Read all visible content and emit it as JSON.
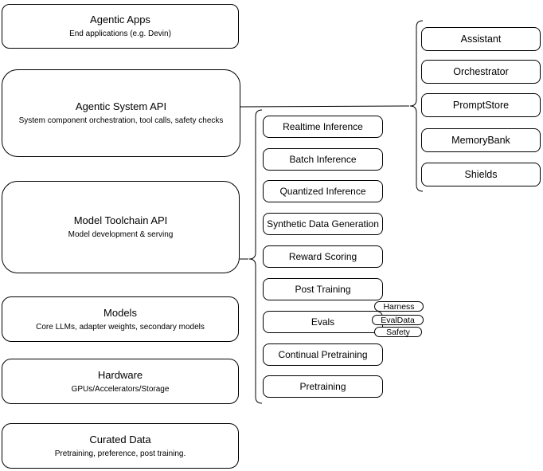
{
  "diagram": {
    "colors": {
      "stroke": "#000000",
      "fill": "#ffffff",
      "text": "#000000"
    },
    "left_stack": [
      {
        "title": "Agentic Apps",
        "subtitle": "End applications (e.g. Devin)"
      },
      {
        "title": "Agentic System API",
        "subtitle": "System component orchestration, tool calls, safety checks"
      },
      {
        "title": "Model Toolchain API",
        "subtitle": "Model development & serving"
      },
      {
        "title": "Models",
        "subtitle": "Core LLMs, adapter weights, secondary models"
      },
      {
        "title": "Hardware",
        "subtitle": "GPUs/Accelerators/Storage"
      },
      {
        "title": "Curated Data",
        "subtitle": "Pretraining, preference, post training."
      }
    ],
    "toolchain_group": {
      "items": [
        "Realtime Inference",
        "Batch Inference",
        "Quantized Inference",
        "Synthetic Data Generation",
        "Reward Scoring",
        "Post Training",
        "Evals",
        "Continual Pretraining",
        "Pretraining"
      ],
      "evals_tags": [
        "Harness",
        "EvalData",
        "Safety"
      ]
    },
    "system_group": {
      "items": [
        "Assistant",
        "Orchestrator",
        "PromptStore",
        "MemoryBank",
        "Shields"
      ]
    }
  }
}
